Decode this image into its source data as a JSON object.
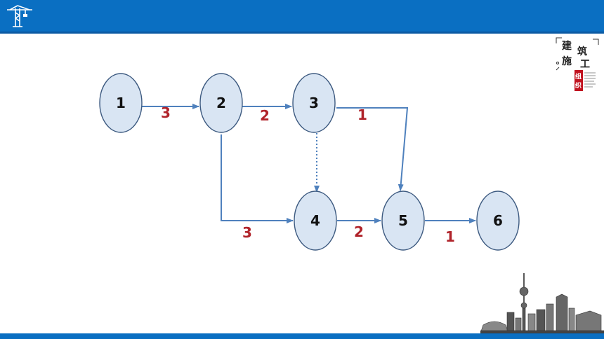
{
  "header": {
    "icon": "tower-crane-icon",
    "color": "#0a6fc2"
  },
  "logo": {
    "chars": [
      "建",
      "筑",
      "施",
      "工"
    ],
    "red_chars": [
      "组",
      "织"
    ],
    "accent": "#c1121f"
  },
  "diagram": {
    "node_fill": "#d9e5f3",
    "arrow_color": "#4f81bd",
    "label_color": "#b0232a",
    "nodes": [
      {
        "id": "n1",
        "label": "1"
      },
      {
        "id": "n2",
        "label": "2"
      },
      {
        "id": "n3",
        "label": "3"
      },
      {
        "id": "n4",
        "label": "4"
      },
      {
        "id": "n5",
        "label": "5"
      },
      {
        "id": "n6",
        "label": "6"
      }
    ],
    "edges": [
      {
        "from": "1",
        "to": "2",
        "duration": "3",
        "type": "real"
      },
      {
        "from": "2",
        "to": "3",
        "duration": "2",
        "type": "real"
      },
      {
        "from": "3",
        "to": "5",
        "duration": "1",
        "type": "real"
      },
      {
        "from": "3",
        "to": "4",
        "duration": "",
        "type": "dummy"
      },
      {
        "from": "2",
        "to": "4",
        "duration": "3",
        "type": "real"
      },
      {
        "from": "4",
        "to": "5",
        "duration": "2",
        "type": "real"
      },
      {
        "from": "5",
        "to": "6",
        "duration": "1",
        "type": "real"
      }
    ]
  },
  "footer": {
    "decoration": "city-skyline-icon"
  }
}
